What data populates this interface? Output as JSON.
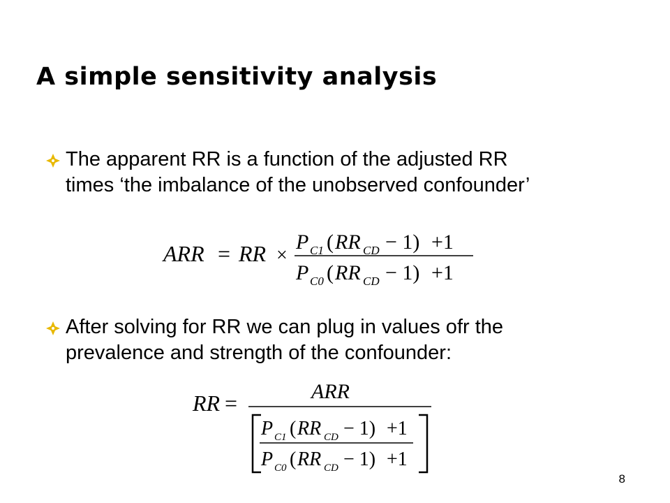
{
  "slide": {
    "title": "A simple sensitivity analysis",
    "bullets": [
      {
        "lines": [
          "The apparent RR is a function of the adjusted RR",
          "times ‘the imbalance of the unobserved confounder’"
        ]
      },
      {
        "lines": [
          "After solving for RR we can plug in values ofr the",
          "prevalence and strength of the confounder:"
        ]
      }
    ],
    "equation1": {
      "lhs": "ARR",
      "eq": "=",
      "rr": "RR",
      "times": "×",
      "p": "P",
      "c1": "C1",
      "c0": "C0",
      "open": "(",
      "rr_cd": "RR",
      "cd": "CD",
      "minus_one_close": "− 1)",
      "plus_one": "+1"
    },
    "equation2": {
      "lhs": "RR",
      "eq": "=",
      "numerator": "ARR",
      "p": "P",
      "c1": "C1",
      "c0": "C0",
      "open": "(",
      "rr_cd": "RR",
      "cd": "CD",
      "minus_one_close": "− 1)",
      "plus_one": "+1"
    },
    "page_number": "8",
    "accent_color": "#E8B800",
    "icon": "diamond-bullet-icon"
  }
}
